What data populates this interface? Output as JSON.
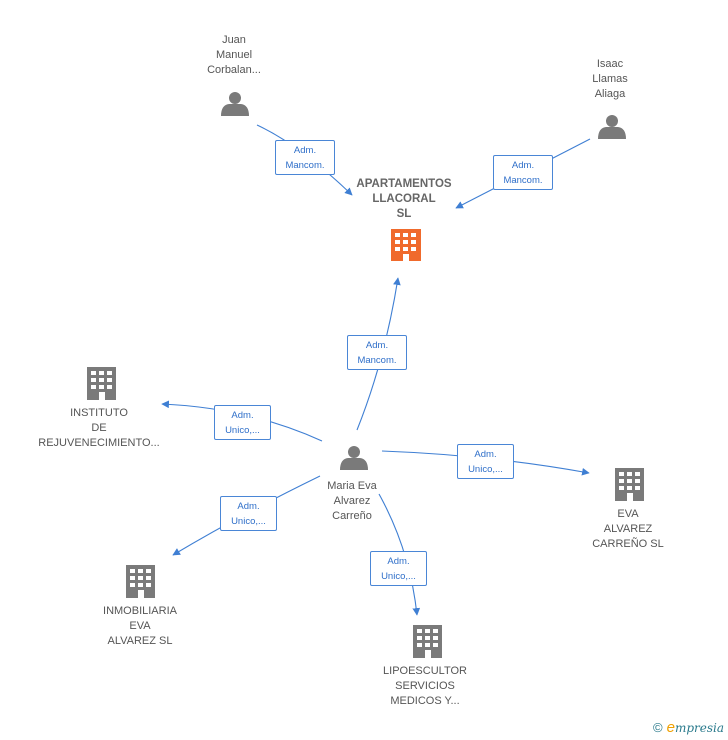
{
  "colors": {
    "edge": "#3f7fd3",
    "company": "#7a7a7a",
    "company_main": "#f06a2c",
    "person": "#7a7a7a"
  },
  "nodes": {
    "main": {
      "label": "APARTAMENTOS\nLLACORAL\nSL",
      "icon": "building-icon"
    },
    "juan": {
      "label": "Juan\nManuel\nCorbalan...",
      "icon": "person-icon"
    },
    "isaac": {
      "label": "Isaac\nLlamas\nAliaga",
      "icon": "person-icon"
    },
    "maria": {
      "label": "Maria Eva\nAlvarez\nCarreño",
      "icon": "person-icon"
    },
    "instituto": {
      "label": "INSTITUTO\nDE\nREJUVENECIMIENTO...",
      "icon": "building-icon"
    },
    "eva_sl": {
      "label": "EVA\nALVAREZ\nCARREÑO  SL",
      "icon": "building-icon"
    },
    "inmobiliaria": {
      "label": "INMOBILIARIA\nEVA\nALVAREZ  SL",
      "icon": "building-icon"
    },
    "lipo": {
      "label": "LIPOESCULTOR\nSERVICIOS\nMEDICOS Y...",
      "icon": "building-icon"
    }
  },
  "edges": {
    "juan_main": "Adm.\nMancom.",
    "isaac_main": "Adm.\nMancom.",
    "maria_main": "Adm.\nMancom.",
    "maria_instituto": "Adm.\nUnico,...",
    "maria_eva_sl": "Adm.\nUnico,...",
    "maria_inmobiliaria": "Adm.\nUnico,...",
    "maria_lipo": "Adm.\nUnico,..."
  },
  "footer": {
    "copyright": "©",
    "brand_initial": "e",
    "brand_rest": "mpresia"
  }
}
